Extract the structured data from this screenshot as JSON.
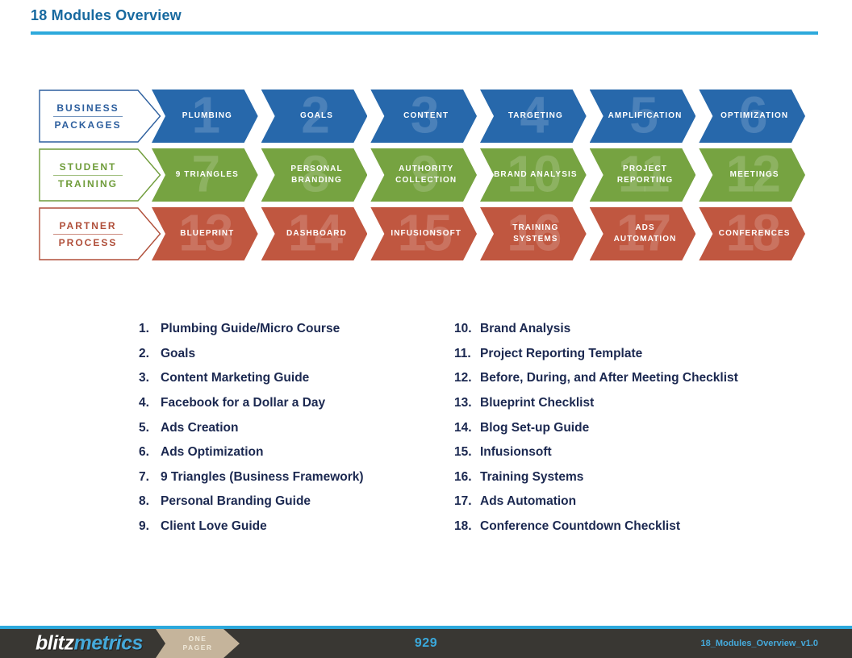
{
  "page": {
    "title": "18 Modules Overview"
  },
  "diagram": {
    "rows": [
      {
        "category_line1": "BUSINESS",
        "category_line2": "PACKAGES",
        "color": "#2768ab",
        "segments": [
          {
            "number": "1",
            "label": "PLUMBING"
          },
          {
            "number": "2",
            "label": "GOALS"
          },
          {
            "number": "3",
            "label": "CONTENT"
          },
          {
            "number": "4",
            "label": "TARGETING"
          },
          {
            "number": "5",
            "label": "AMPLIFICATION"
          },
          {
            "number": "6",
            "label": "OPTIMIZATION"
          }
        ]
      },
      {
        "category_line1": "STUDENT",
        "category_line2": "TRAINING",
        "color": "#76a341",
        "segments": [
          {
            "number": "7",
            "label": "9 TRIANGLES"
          },
          {
            "number": "8",
            "label": "PERSONAL BRANDING"
          },
          {
            "number": "9",
            "label": "AUTHORITY COLLECTION"
          },
          {
            "number": "10",
            "label": "BRAND ANALYSIS"
          },
          {
            "number": "11",
            "label": "PROJECT REPORTING"
          },
          {
            "number": "12",
            "label": "MEETINGS"
          }
        ]
      },
      {
        "category_line1": "PARTNER",
        "category_line2": "PROCESS",
        "color": "#c05740",
        "segments": [
          {
            "number": "13",
            "label": "BLUEPRINT"
          },
          {
            "number": "14",
            "label": "DASHBOARD"
          },
          {
            "number": "15",
            "label": "INFUSIONSOFT"
          },
          {
            "number": "16",
            "label": "TRAINING SYSTEMS"
          },
          {
            "number": "17",
            "label": "ADS AUTOMATION"
          },
          {
            "number": "18",
            "label": "CONFERENCES"
          }
        ]
      }
    ]
  },
  "module_list": {
    "left": [
      {
        "num": "1.",
        "text": "Plumbing Guide/Micro Course"
      },
      {
        "num": "2.",
        "text": "Goals"
      },
      {
        "num": "3.",
        "text": "Content Marketing Guide"
      },
      {
        "num": "4.",
        "text": "Facebook for a Dollar a Day"
      },
      {
        "num": "5.",
        "text": "Ads Creation"
      },
      {
        "num": "6.",
        "text": "Ads Optimization"
      },
      {
        "num": "7.",
        "text": "9 Triangles (Business Framework)"
      },
      {
        "num": "8.",
        "text": "Personal Branding Guide"
      },
      {
        "num": "9.",
        "text": "Client Love Guide"
      }
    ],
    "right": [
      {
        "num": "10.",
        "text": "Brand Analysis"
      },
      {
        "num": "11.",
        "text": "Project Reporting Template"
      },
      {
        "num": "12.",
        "text": "Before, During, and After Meeting Checklist"
      },
      {
        "num": "13.",
        "text": "Blueprint Checklist"
      },
      {
        "num": "14.",
        "text": "Blog Set-up Guide"
      },
      {
        "num": "15.",
        "text": "Infusionsoft"
      },
      {
        "num": "16.",
        "text": "Training Systems"
      },
      {
        "num": "17.",
        "text": "Ads Automation"
      },
      {
        "num": "18.",
        "text": "Conference Countdown Checklist"
      }
    ]
  },
  "footer": {
    "brand_part1": "blitz",
    "brand_part2": "metrics",
    "badge_line1": "ONE",
    "badge_line2": "PAGER",
    "page_number": "929",
    "version_label": "18_Modules_Overview_v1.0"
  },
  "colors": {
    "title_text": "#17699f",
    "accent_rule": "#2da9dc",
    "row_business_packages": "#2768ab",
    "row_student_training": "#76a341",
    "row_partner_process": "#c05740",
    "list_text": "#1b2850",
    "footer_background": "#393733",
    "footer_accent": "#45a9da",
    "badge_background": "#c5b49b"
  }
}
